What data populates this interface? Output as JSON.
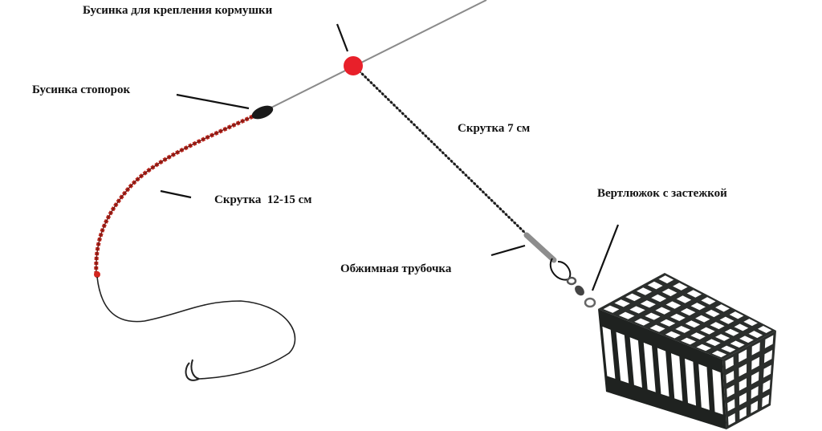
{
  "title": "Fishing feeder rig diagram",
  "labels": {
    "feeder_bead": "Бусинка для крепления кормушки",
    "stopper_bead": "Бусинка стопорок",
    "twist_long": "Скрутка  12-15 см",
    "twist_short": "Скрутка 7 см",
    "swivel": "Вертлюжок с застежкой",
    "crimp_tube": "Обжимная трубочка"
  },
  "colors": {
    "leader": "#b8251c",
    "bead_red": "#e8202a",
    "feeder": "#2b2e2c",
    "line": "#8a8a8a"
  }
}
